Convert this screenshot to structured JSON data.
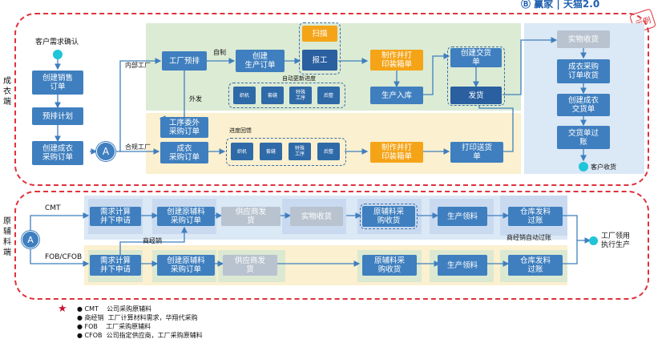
{
  "header": {
    "logo_text": "Ⓑ 赢家 | 天猫2.0",
    "stamp": "示例"
  },
  "side_labels": {
    "finished": "成衣端",
    "materials": "原辅料端"
  },
  "top": {
    "customer_confirm": "客户需求确认",
    "create_sales_order": "创建销售\n订单",
    "pre_plan": "预排计划",
    "create_garment_po": "创建成衣\n采购订单",
    "a_label": "A",
    "internal_factory": "内部工厂",
    "compliant_factory": "合规工厂",
    "factory_preplan": "工厂预排",
    "self_made": "自制",
    "outsource": "外发",
    "create_prod_order": "创建\n生产订单",
    "scan": "扫描",
    "report": "报工",
    "auto_update": "自动更新进度",
    "print_packing_1": "制作并打\n印装箱单",
    "production_inbound": "生产入库",
    "create_delivery": "创建交货\n单",
    "ship": "发货",
    "process_outsource_po": "工序委外\n采购订单",
    "garment_po": "成衣\n采购订单",
    "progress_feedback": "进度回馈",
    "print_packing_2": "制作并打\n印装箱单",
    "print_delivery": "打印送货\n单",
    "steps_top": [
      "织机",
      "套缝",
      "特殊\n工序",
      "后整"
    ],
    "steps_bottom": [
      "织机",
      "套缝",
      "特殊\n工序",
      "后整"
    ],
    "right_steps": [
      "实物收货",
      "成衣采购\n订单收货",
      "创建成衣\n交货单",
      "交货单过\n账"
    ],
    "customer_receipt": "客户收货"
  },
  "bottom": {
    "cmt": "CMT",
    "fob": "FOB/CFOB",
    "a_label": "A",
    "row1": [
      "需求计算\n并下申请",
      "创建原辅料\n采购订单",
      "供应商发\n货",
      "实物收货",
      "原辅料采\n购收货",
      "生产领料",
      "仓库发料\n过账"
    ],
    "row2": [
      "需求计算\n并下申请",
      "创建原辅料\n采购订单",
      "供应商发\n货",
      "原辅料采\n购收货",
      "生产领料",
      "仓库发料\n过账"
    ],
    "trader": "商经销",
    "trader_auto": "商经销自动过账",
    "factory_receive": "工厂领用\n执行生产"
  },
  "legend": [
    {
      "bullet": "●",
      "text": "CMT    公司采购原辅料"
    },
    {
      "bullet": "●",
      "text": "商经销  工厂计算材料需求，华翔代采购"
    },
    {
      "bullet": "●",
      "text": "FOB    工厂采购原辅料"
    },
    {
      "bullet": "●",
      "text": "CFOB  公司指定供应商，工厂采购原辅料"
    }
  ],
  "colors": {
    "red_dash": "#e0323c",
    "blue": "#3f7fbf",
    "orange": "#f5a418",
    "green_bg": "#dcebd4",
    "yellow_bg": "#fbf0cf",
    "lightblue_bg": "#dbe8f5",
    "cyan_dot": "#20c5d8"
  }
}
